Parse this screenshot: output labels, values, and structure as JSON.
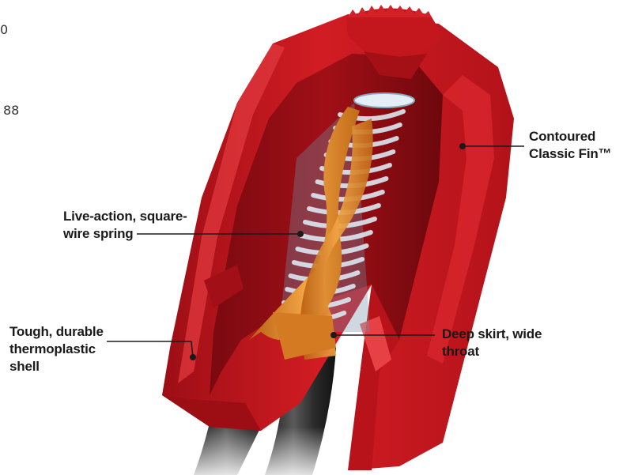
{
  "edge_fragments": {
    "top": "0",
    "middle": "88"
  },
  "callouts": {
    "fin": {
      "line1": "Contoured",
      "line2": "Classic Fin™"
    },
    "spring": {
      "line1": "Live-action, square-",
      "line2": "wire spring"
    },
    "skirt": {
      "line1": "Deep skirt, wide",
      "line2": "throat"
    },
    "shell": {
      "line1": "Tough, durable",
      "line2": "thermoplastic",
      "line3": "shell"
    }
  },
  "colors": {
    "shell_red": "#c8161d",
    "shell_dark": "#8e0d13",
    "shell_light": "#e2373c",
    "spring_blue": "#a9c3d8",
    "wire_orange": "#e08a2c",
    "cable_black": "#2b2b2b"
  }
}
